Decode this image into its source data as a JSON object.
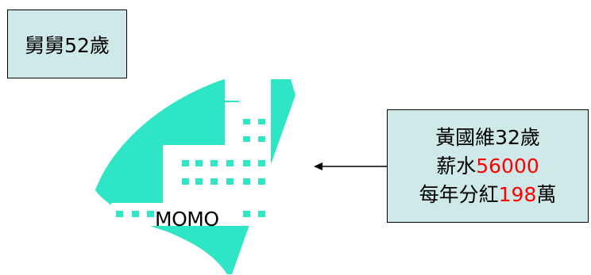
{
  "uncle": {
    "text": "舅舅52歲"
  },
  "person": {
    "line1": "黃國維32歲",
    "salary_label": "薪水",
    "salary_value": "56000",
    "bonus_label": "每年分紅",
    "bonus_value": "198",
    "bonus_unit": "萬"
  },
  "company": {
    "name": "MOMO"
  },
  "colors": {
    "box_fill": "#cfe8e8",
    "building_fill": "#2ee6c6",
    "highlight": "#ff0000"
  }
}
